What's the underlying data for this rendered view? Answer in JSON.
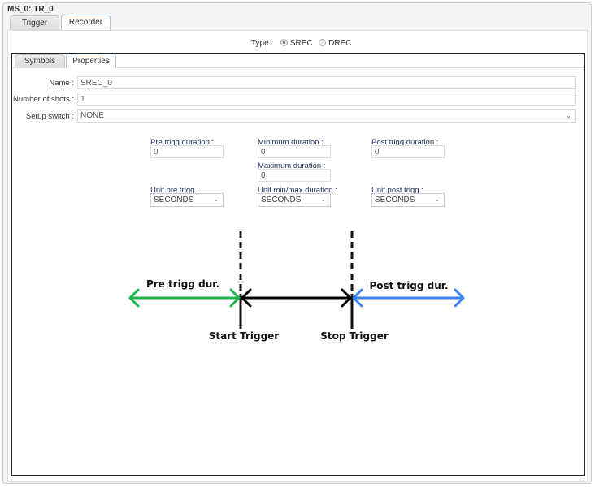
{
  "window": {
    "title": "MS_0: TR_0"
  },
  "tabs": [
    {
      "label": "Trigger",
      "active": false
    },
    {
      "label": "Recorder",
      "active": true
    }
  ],
  "type": {
    "label": "Type :",
    "options": [
      {
        "label": "SREC",
        "selected": true
      },
      {
        "label": "DREC",
        "selected": false
      }
    ]
  },
  "inner_tabs": [
    {
      "label": "Symbols",
      "active": false
    },
    {
      "label": "Properties",
      "active": true
    }
  ],
  "form": {
    "name": {
      "label": "Name :",
      "value": "SREC_0"
    },
    "shots": {
      "label": "Number of shots :",
      "value": "1"
    },
    "setup": {
      "label": "Setup switch :",
      "value": "NONE"
    }
  },
  "durations": {
    "pre": {
      "label": "Pre trigg duration :",
      "value": "0"
    },
    "min": {
      "label": "Minimum duration :",
      "value": "0"
    },
    "max": {
      "label": "Maximum duration :",
      "value": "0"
    },
    "post": {
      "label": "Post trigg duration :",
      "value": "0"
    },
    "unit_pre": {
      "label": "Unit pre trigg :",
      "value": "SECONDS"
    },
    "unit_minmax": {
      "label": "Unit min/max duration :",
      "value": "SECONDS"
    },
    "unit_post": {
      "label": "Unit post trigg :",
      "value": "SECONDS"
    }
  },
  "diagram": {
    "pre_label": "Pre trigg dur.",
    "post_label": "Post trigg dur.",
    "start_label": "Start Trigger",
    "stop_label": "Stop Trigger",
    "colors": {
      "pre": "#1db34a",
      "middle": "#000000",
      "post": "#3b82f6"
    }
  }
}
